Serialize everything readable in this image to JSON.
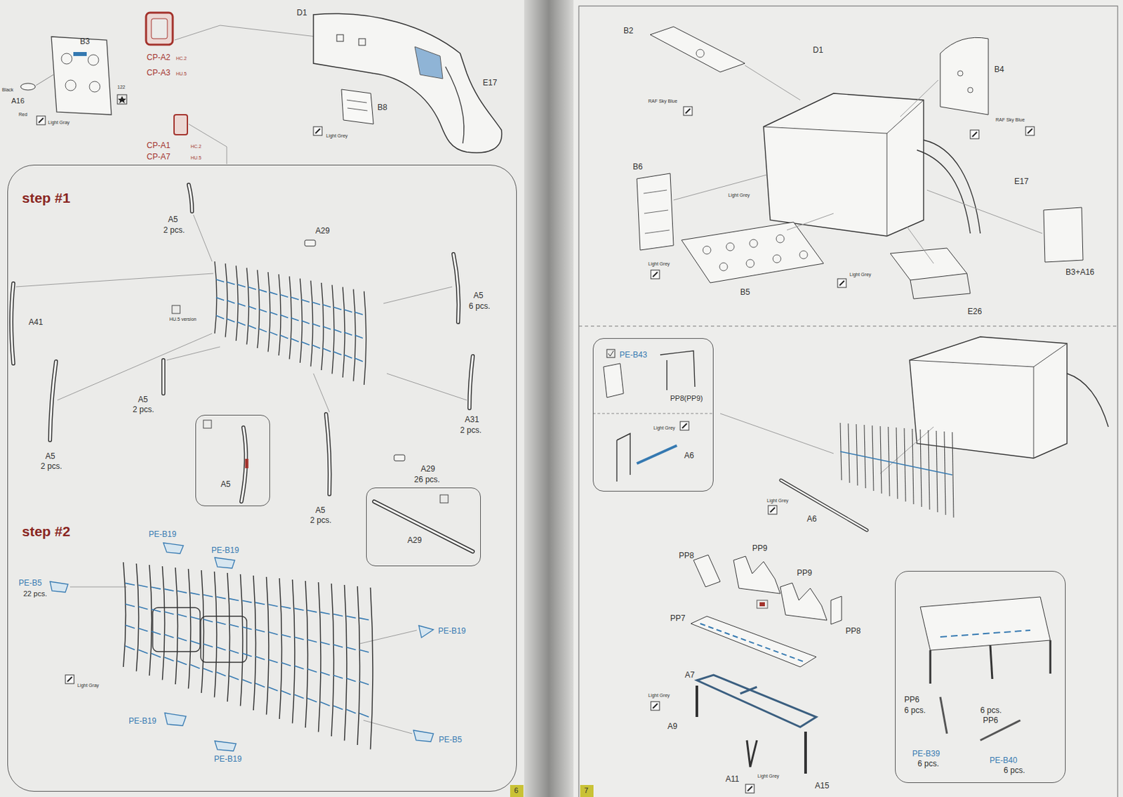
{
  "diagram": {
    "nodes": [
      {
        "text": [
          "step #1",
          "step #2"
        ]
      },
      {
        "text": [
          "A5"
        ],
        "in": 0
      },
      {
        "text": [
          "A29"
        ],
        "in": 0
      },
      {
        "text": [
          "PE-B43",
          "PP8(PP9)",
          "Light Grey",
          "A6"
        ]
      },
      {
        "text": [
          "PP6",
          "6 pcs.",
          "PE-B39",
          "6 pcs.",
          "6 pcs.",
          "PP6",
          "PE-B40",
          "6 pcs."
        ]
      }
    ],
    "labels": [
      "B3",
      "A16",
      "Black",
      "Red",
      "Light Gray",
      "122",
      "CP-A2",
      "HC.2",
      "CP-A3",
      "HU.5",
      "CP-A1",
      "HC.2",
      "CP-A7",
      "HU.5",
      "D1",
      "E17",
      "B8",
      "Light Grey",
      "A5",
      "2 pcs.",
      "A29",
      "A41",
      "HU.5 version",
      "A5",
      "6 pcs.",
      "A5",
      "2 pcs.",
      "A31",
      "2 pcs.",
      "A5",
      "2 pcs.",
      "A29",
      "26 pcs.",
      "A5",
      "2 pcs.",
      "PE-B19",
      "PE-B19",
      "PE-B5",
      "22 pcs.",
      "PE-B19",
      "Light Gray",
      "PE-B19",
      "PE-B19",
      "PE-B5",
      "6",
      "B2",
      "RAF Sky Blue",
      "D1",
      "B4",
      "RAF Sky Blue",
      "B6",
      "E17",
      "Light Grey",
      "Light Grey",
      "B5",
      "Light Grey",
      "B3+A16",
      "E26",
      "Light Grey",
      "A6",
      "PP8",
      "PP9",
      "PP9",
      "PP8",
      "PP7",
      "A7",
      "Light Grey",
      "A9",
      "A11",
      "Light Grey",
      "A15",
      "7"
    ]
  }
}
